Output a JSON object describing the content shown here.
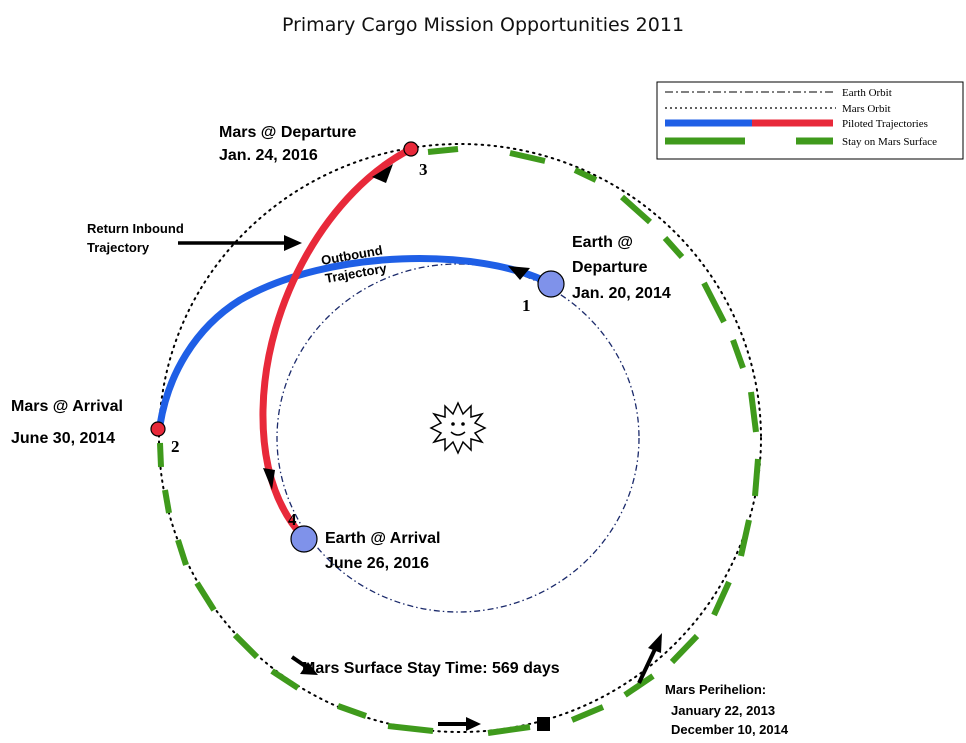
{
  "title": "Primary Cargo Mission Opportunities 2011",
  "legend": {
    "earth_orbit": "Earth Orbit",
    "mars_orbit": "Mars Orbit",
    "piloted": "Piloted Trajectories",
    "stay": "Stay on Mars Surface"
  },
  "labels": {
    "mars_departure_1": "Mars @ Departure",
    "mars_departure_2": "Jan. 24, 2016",
    "return_1": "Return Inbound",
    "return_2": "Trajectory",
    "outbound_1": "Outbound",
    "outbound_2": "Trajectory",
    "earth_departure_1": "Earth @",
    "earth_departure_2": "Departure",
    "earth_departure_3": "Jan. 20, 2014",
    "mars_arrival_1": "Mars @ Arrival",
    "mars_arrival_2": "June 30, 2014",
    "earth_arrival_1": "Earth @ Arrival",
    "earth_arrival_2": "June 26, 2016",
    "stay_time": "Mars Surface Stay Time: 569 days",
    "perihelion_1": "Mars Perihelion:",
    "perihelion_2": "January 22, 2013",
    "perihelion_3": "December 10, 2014"
  },
  "numbers": {
    "n1": "1",
    "n2": "2",
    "n3": "3",
    "n4": "4"
  },
  "colors": {
    "outbound": "#1f5fe6",
    "inbound": "#e8293a",
    "stay": "#3f9a1c",
    "earth": "#7f92ea",
    "mars": "#e8293a"
  }
}
